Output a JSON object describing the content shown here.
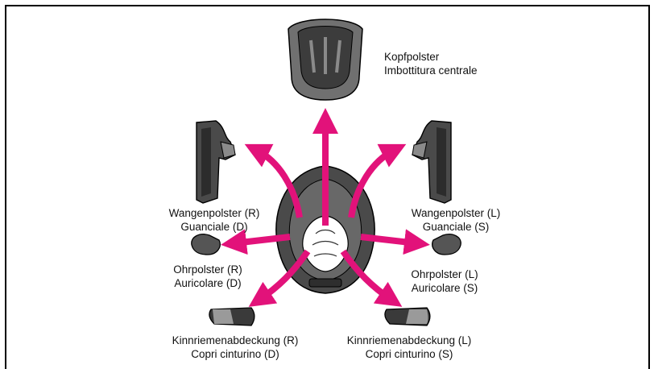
{
  "colors": {
    "arrow": "#e2127a",
    "pad_dark": "#3d3d3d",
    "pad_mid": "#6a6a6a",
    "pad_light": "#9a9a9a",
    "outline": "#000000"
  },
  "labels": {
    "head_pad": {
      "line1": "Kopfpolster",
      "line2": "Imbottitura centrale"
    },
    "cheek_pad_r": {
      "line1": "Wangenpolster (R)",
      "line2": "Guanciale (D)"
    },
    "cheek_pad_l": {
      "line1": "Wangenpolster (L)",
      "line2": "Guanciale (S)"
    },
    "ear_pad_r": {
      "line1": "Ohrpolster (R)",
      "line2": "Auricolare (D)"
    },
    "ear_pad_l": {
      "line1": "Ohrpolster (L)",
      "line2": "Auricolare (S)"
    },
    "chin_strap_r": {
      "line1": "Kinnriemenabdeckung (R)",
      "line2": "Copri cinturino (D)"
    },
    "chin_strap_l": {
      "line1": "Kinnriemenabdeckung (L)",
      "line2": "Copri cinturino (S)"
    }
  }
}
